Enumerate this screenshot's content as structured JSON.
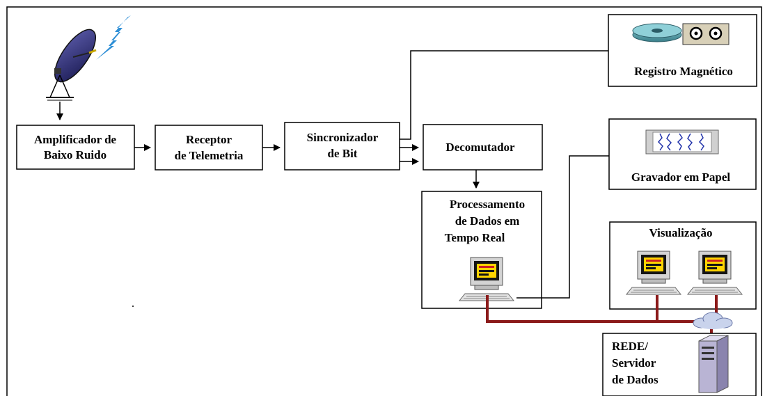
{
  "blocks": {
    "lna": {
      "line1": "Amplificador de",
      "line2": "Baixo Ruido"
    },
    "rx": {
      "line1": "Receptor",
      "line2": "de Telemetria"
    },
    "sync": {
      "line1": "Sincronizador",
      "line2": "de Bit"
    },
    "decom": {
      "label": "Decomutador"
    },
    "proc": {
      "line1": "Processamento",
      "line2": "de Dados em",
      "line3": "Tempo Real"
    },
    "mag": {
      "label": "Registro Magnético"
    },
    "paper": {
      "label": "Gravador em Papel"
    },
    "vis": {
      "label": "Visualização"
    },
    "server": {
      "line1": "REDE/",
      "line2": "Servidor",
      "line3": "de Dados"
    }
  },
  "colors": {
    "line": "#000000",
    "network": "#8b1a1a",
    "screen": "#ffd400",
    "computer": "#c8c8c8",
    "monitor": "#1a1a1a",
    "cloud": "#c9d3ec",
    "server": "#b9b4d4",
    "lightning": "#2f8fd6",
    "dish": "#2a2a7a"
  }
}
